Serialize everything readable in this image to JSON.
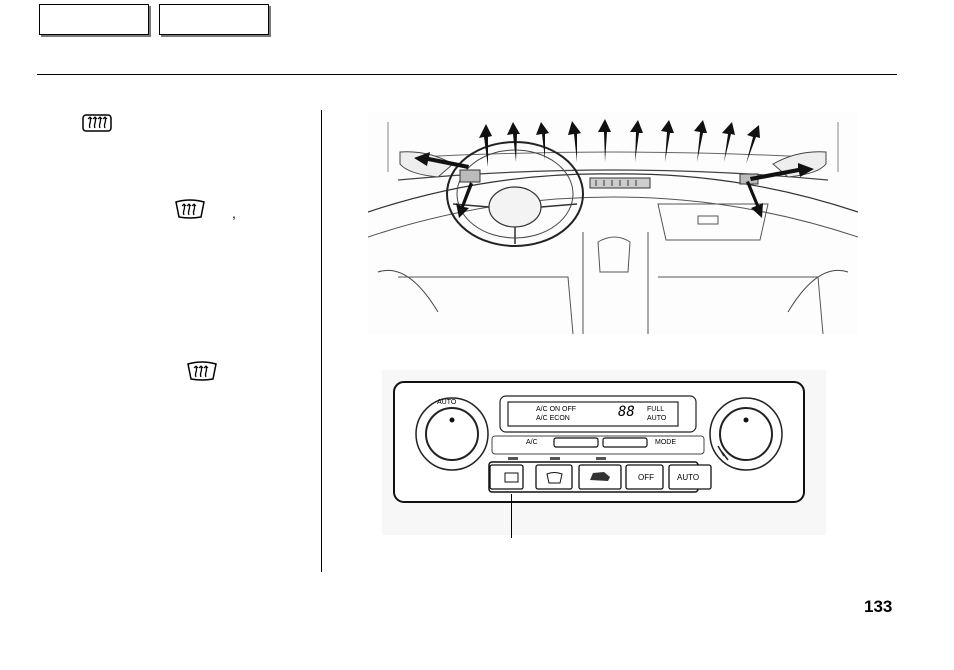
{
  "nav": {
    "button_1": "",
    "button_2": ""
  },
  "icons": {
    "defrost_icon_1": "rear-defrost-icon",
    "defrost_icon_2": "front-defrost-icon",
    "defrost_icon_3": "front-defrost-icon"
  },
  "text": {
    "comma": ","
  },
  "panel": {
    "fan_label": "AUTO",
    "display_line1": "A/C ON OFF",
    "display_line2": "A/C ECON",
    "display_digits": "88",
    "display_full": "FULL",
    "display_auto": "AUTO",
    "ac_label": "A/C",
    "mode_label": "MODE",
    "off_button": "OFF",
    "auto_button": "AUTO"
  },
  "page_number": "133"
}
